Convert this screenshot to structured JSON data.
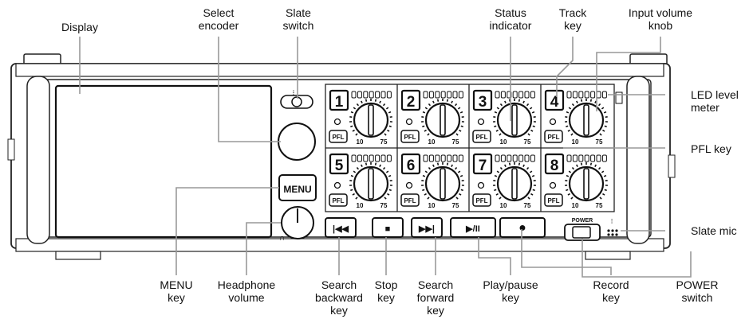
{
  "labels": {
    "display": "Display",
    "select_encoder": "Select\nencoder",
    "slate_switch": "Slate\nswitch",
    "status_indicator": "Status\nindicator",
    "track_key": "Track\nkey",
    "input_volume_knob": "Input volume\nknob",
    "led_level_meter": "LED level\nmeter",
    "pfl_key": "PFL key",
    "slate_mic": "Slate mic",
    "power_switch": "POWER\nswitch",
    "record_key": "Record\nkey",
    "play_pause_key": "Play/pause\nkey",
    "search_forward_key": "Search\nforward\nkey",
    "stop_key": "Stop\nkey",
    "search_backward_key": "Search\nbackward\nkey",
    "headphone_volume": "Headphone\nvolume",
    "menu_key": "MENU\nkey"
  },
  "device": {
    "menu_button": "MENU",
    "power_label": "POWER",
    "pfl_label": "PFL",
    "knob_min": "10",
    "knob_max": "75",
    "track_numbers": [
      "1",
      "2",
      "3",
      "4",
      "5",
      "6",
      "7",
      "8"
    ],
    "transport_glyphs": [
      "|◀◀",
      "■",
      "▶▶|",
      "▶/II",
      "●"
    ]
  }
}
